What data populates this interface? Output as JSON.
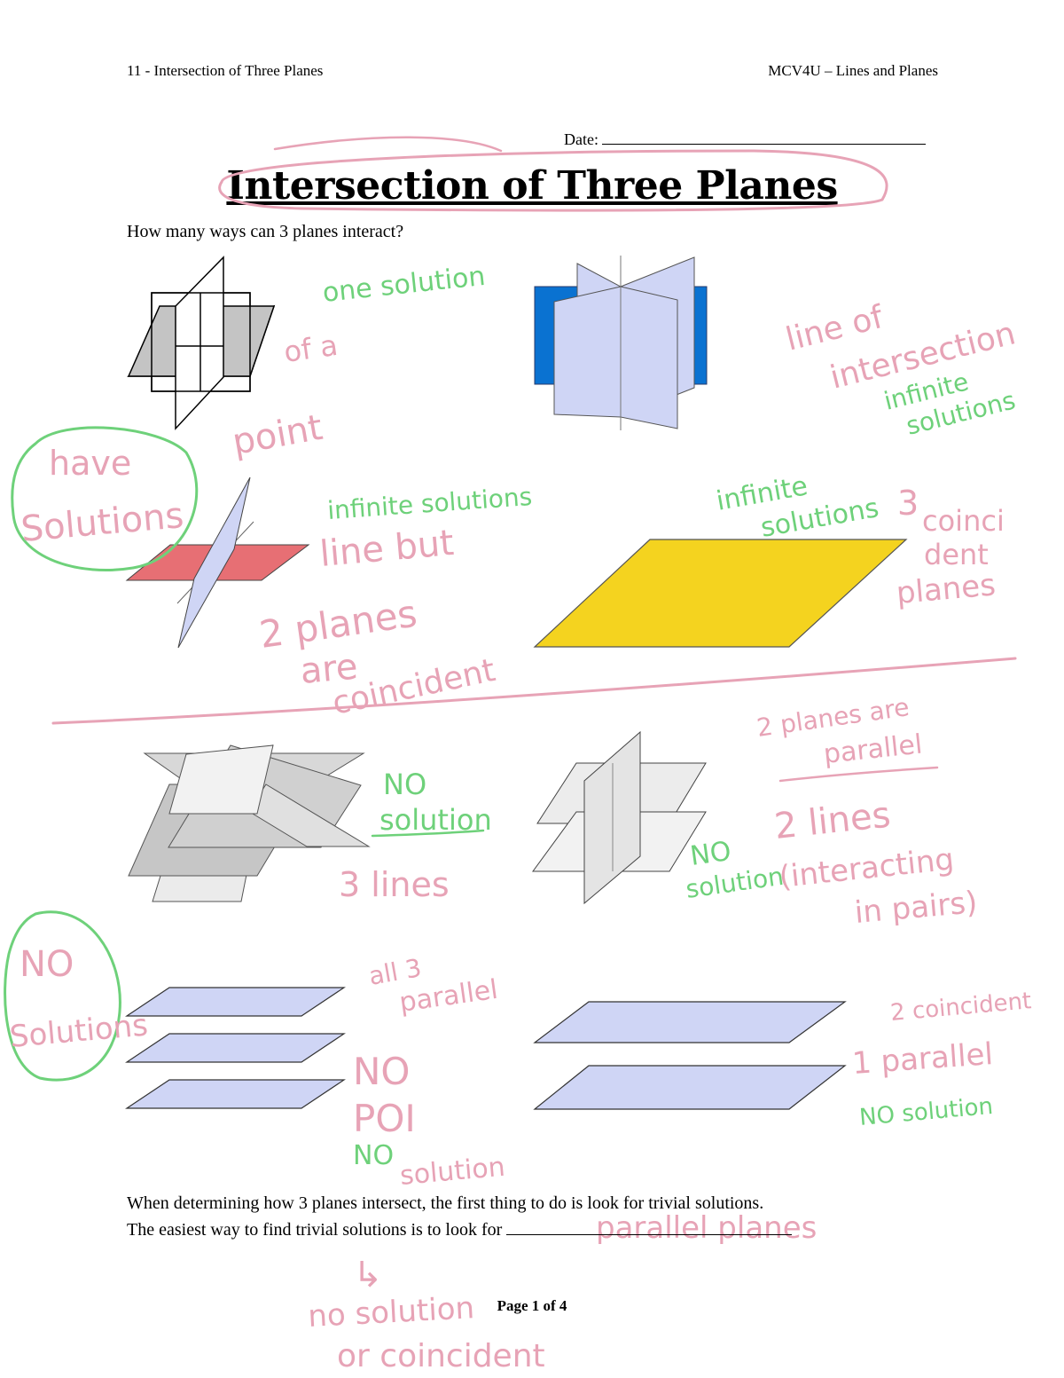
{
  "header": {
    "left": "11 - Intersection of Three Planes",
    "right": "MCV4U – Lines and Planes"
  },
  "date_label": "Date: ",
  "title": "Intersection of Three Planes",
  "question": "How many ways can 3 planes interact?",
  "body": {
    "line1": "When determining how 3 planes intersect, the first thing to do is look for trivial solutions.",
    "line2": "The easiest way to find trivial solutions is to look for "
  },
  "footer": "Page 1 of 4",
  "annotations": {
    "one_solution": "one  solution",
    "of_a": "of a",
    "point": "point",
    "have_solutions_1": "have",
    "have_solutions_2": "Solutions",
    "line_of_intersection_1": "line of",
    "line_of_intersection_2": "intersection",
    "infinite_solutions_a1": "infinite",
    "infinite_solutions_a2": "solutions",
    "infinite_solutions_b": "infinite solutions",
    "line_but": "line but",
    "two_planes": "2 planes",
    "are": "are",
    "coincident": "coincident",
    "infinite_c1": "infinite",
    "infinite_c2": "solutions",
    "three": "3",
    "coincident_planes_1": "coinci",
    "coincident_planes_2": "dent",
    "coincident_planes_3": "planes",
    "two_planes_are": "2 planes  are",
    "parallel": "parallel",
    "no_solution_1a": "NO",
    "no_solution_1b": "solution",
    "three_lines": "3 lines",
    "no_solution_2a": "NO",
    "no_solution_2b": "solution",
    "two_lines": "2 lines",
    "interacting": "(interacting",
    "in_pairs": "in pairs)",
    "no_solutions_1": "NO",
    "no_solutions_2": "Solutions",
    "all_3": "all 3",
    "all_parallel": "parallel",
    "no_poi_1": "NO",
    "no_poi_2": "POI",
    "no_solution_3a": "NO",
    "no_solution_3b": "solution",
    "two_coincident": "2 coincident",
    "one_parallel": "1 parallel",
    "no_solution_4": "NO solution",
    "blank_answer": "parallel planes",
    "arrow": "↳",
    "no_solution_or_1": "no solution",
    "no_solution_or_2": "or coincident"
  },
  "colors": {
    "pink_ink": "#e7a3b6",
    "green_ink": "#6ed17a",
    "plane_lavender": "#cfd5f5",
    "plane_blue": "#0a72d1",
    "plane_red": "#e76f74",
    "plane_yellow": "#f4d31f",
    "plane_gray": "#c6c6c6",
    "plane_lightgray": "#ececec"
  }
}
